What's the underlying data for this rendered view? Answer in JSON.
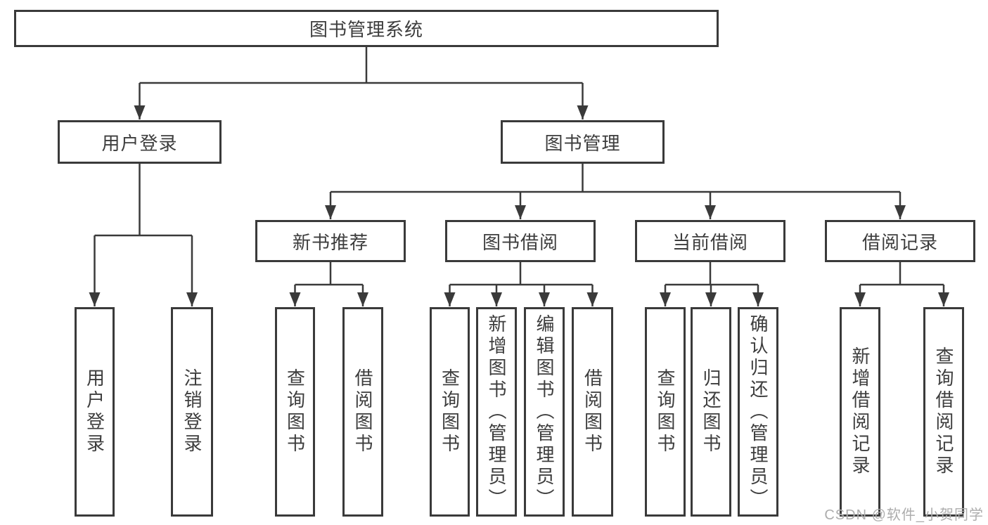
{
  "diagram": {
    "colors": {
      "line": "#3a3a3a",
      "text": "#3d3d3d",
      "box_background": "#ffffff",
      "watermark": "#adadad",
      "page_background": "#ffffff"
    },
    "nodes": {
      "root": "图书管理系统",
      "level2": [
        "用户登录",
        "图书管理"
      ],
      "level3": [
        "新书推荐",
        "图书借阅",
        "当前借阅",
        "借阅记录"
      ],
      "leaves": {
        "user_login": [
          "用户登录",
          "注销登录"
        ],
        "new_book_recommend": [
          "查询图书",
          "借阅图书"
        ],
        "book_borrow": [
          "查询图书",
          "新增图书（管理员）",
          "编辑图书（管理员）",
          "借阅图书"
        ],
        "current_borrow": [
          "查询图书",
          "归还图书",
          "确认归还（管理员）"
        ],
        "borrow_records": [
          "新增借阅记录",
          "查询借阅记录"
        ]
      }
    },
    "watermark": {
      "text": "CSDN @软件_小贺同学"
    }
  }
}
